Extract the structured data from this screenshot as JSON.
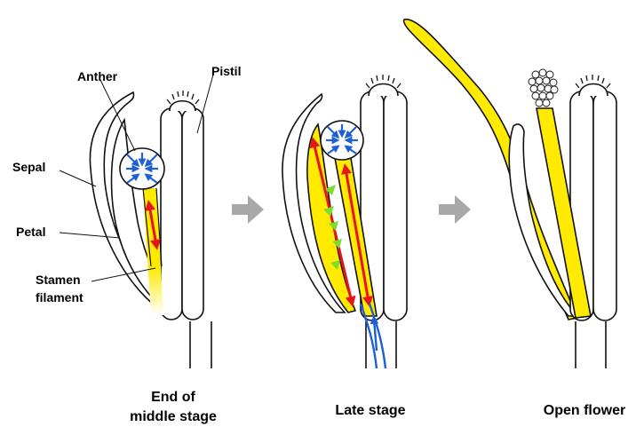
{
  "labels": {
    "anther": "Anther",
    "pistil": "Pistil",
    "sepal": "Sepal",
    "petal": "Petal",
    "stamen_line1": "Stamen",
    "stamen_line2": "filament"
  },
  "captions": {
    "stage1_line1": "End of",
    "stage1_line2": "middle stage",
    "stage2": "Late stage",
    "stage3": "Open flower"
  },
  "colors": {
    "stamen_fill": "#ffea00",
    "arrow_red": "#e8141c",
    "arrow_blue": "#1f5fd6",
    "triangle_green": "#7ddc2c",
    "transition_arrow": "#a8a8a8",
    "outline": "#111111"
  }
}
